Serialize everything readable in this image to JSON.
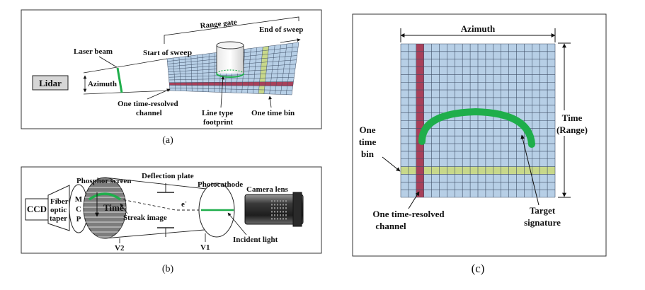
{
  "panel_a": {
    "caption": "(a)",
    "lidar": "Lidar",
    "azimuth": "Azimuth",
    "laser_beam": "Laser beam",
    "start_of_sweep_prefix": "Start of ",
    "start_of_sweep_bold": "sweep",
    "range_gate": "Range gate",
    "end_of_sweep": "End of sweep",
    "channel_line1": "One time-resolved",
    "channel_line2": "channel",
    "footprint_line1": "Line type",
    "footprint_line2": "footprint",
    "time_bin": "One time bin"
  },
  "panel_b": {
    "caption": "(b)",
    "ccd": "CCD",
    "fiber_line1": "Fiber",
    "fiber_line2": "optic",
    "fiber_line3": "taper",
    "mcp_m": "M",
    "mcp_c": "C",
    "mcp_p": "P",
    "phosphor": "Phosphor screen",
    "time": "Time",
    "streak": "Streak image",
    "deflection": "Deflection plate",
    "electron": "e",
    "electron_sup": "-",
    "photocathode": "Photocathode",
    "camera_lens": "Camera lens",
    "incident": "Incident light",
    "v2": "V2",
    "v1": "V1"
  },
  "panel_c": {
    "caption": "(c)",
    "azimuth": "Azimuth",
    "time_line1": "Time",
    "time_line2": "(Range)",
    "bin_line1": "One",
    "bin_line2": "time",
    "bin_line3": "bin",
    "channel_line1": "One time-resolved",
    "channel_line2": "channel",
    "target_line1": "Target",
    "target_line2": "signature"
  },
  "colors": {
    "grid_fill": "#b7cfe6",
    "grid_line": "#3f4f66",
    "channel": "#a8405a",
    "time_bin": "#c8d88a",
    "signature": "#1fae4b",
    "lidar_box": "#d6d6d6"
  }
}
